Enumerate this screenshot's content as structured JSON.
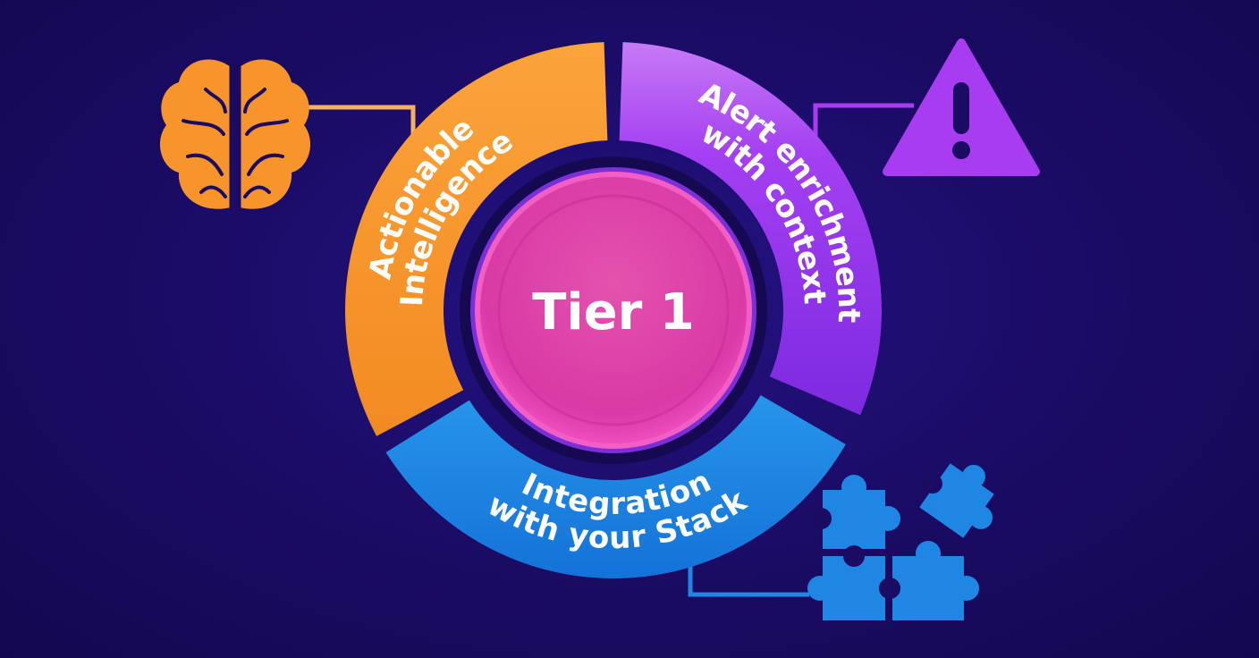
{
  "center": {
    "label": "Tier 1",
    "color": "#e23fae"
  },
  "segments": [
    {
      "id": "actionable-intelligence",
      "lines": [
        "Actionable",
        "Intelligence"
      ],
      "color": "#f7952c",
      "icon": "brain-icon"
    },
    {
      "id": "alert-enrichment",
      "lines": [
        "Alert enrichment",
        "with context"
      ],
      "color": "#9a35ec",
      "icon": "warning-triangle-icon"
    },
    {
      "id": "integration",
      "lines": [
        "Integration",
        "with your Stack"
      ],
      "color": "#1f86e4",
      "icon": "puzzle-pieces-icon"
    }
  ]
}
